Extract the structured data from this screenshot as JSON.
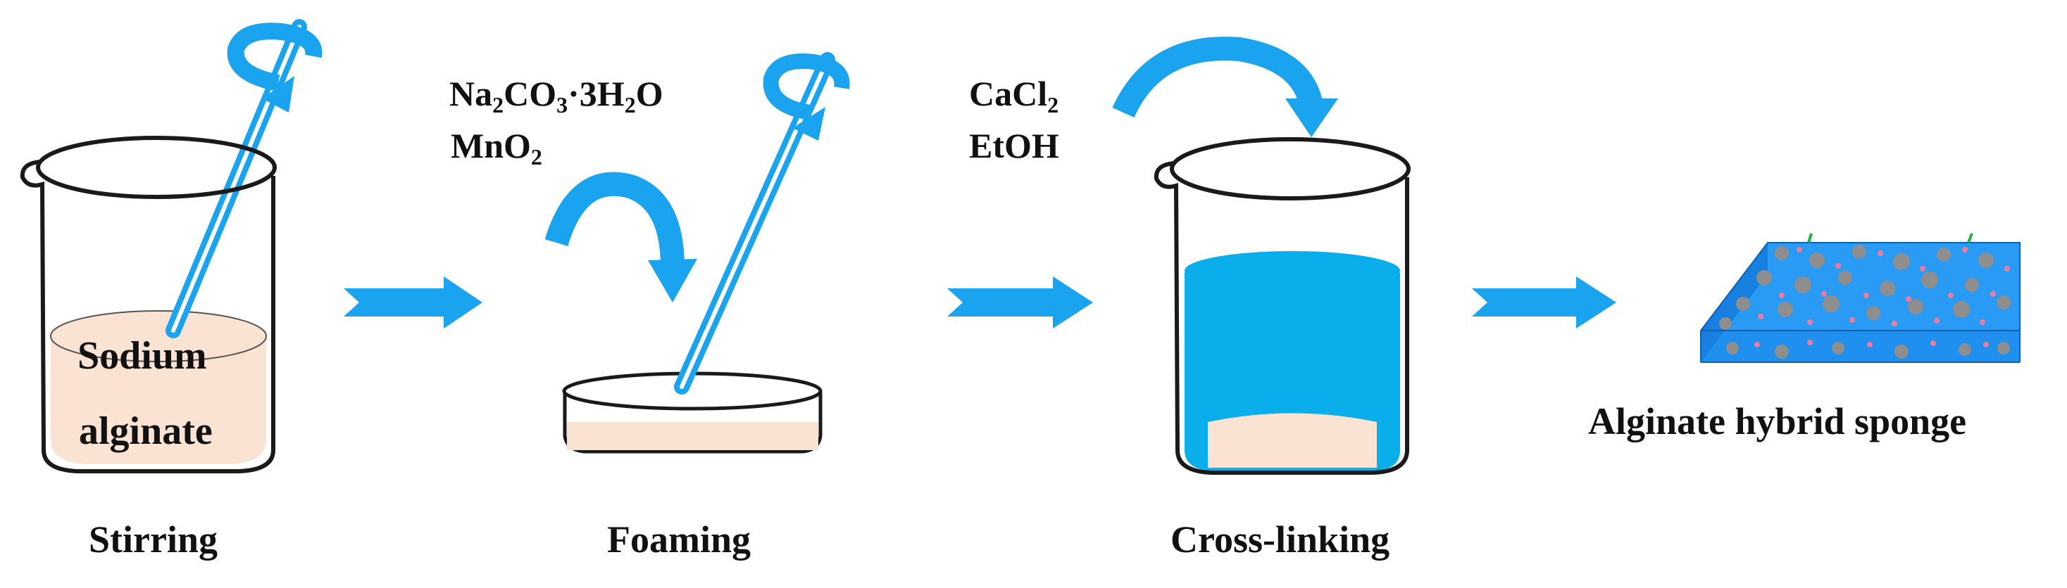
{
  "beaker_content": {
    "line1": "Sodium",
    "line2": "alginate"
  },
  "reagents_foaming": {
    "r1": {
      "a": "Na",
      "a_sub": "2",
      "b": "CO",
      "b_sub": "3",
      "c": "·3H",
      "c_sub": "2",
      "d": "O"
    },
    "r2": {
      "a": "MnO",
      "a_sub": "2"
    }
  },
  "reagents_crosslink": {
    "r1": {
      "a": "CaCl",
      "a_sub": "2"
    },
    "r2": "EtOH"
  },
  "steps": {
    "stirring": "Stirring",
    "foaming": "Foaming",
    "crosslinking": "Cross-linking",
    "product": "Alginate hybrid sponge"
  },
  "colors": {
    "arrow_blue": "#1aa3ee",
    "liquid_peach": "#fbe3d3",
    "crosslink_liquid": "#0aaeea",
    "sponge_blue": "#1f8ff0",
    "sponge_particle": "#8e8e8e",
    "sponge_dot": "#f07a9a",
    "sponge_fiber": "#22b04a"
  },
  "icons": [
    "stir-rod-icon",
    "rotation-arrow-icon",
    "process-arrow-icon",
    "curved-addition-arrow-icon",
    "beaker-icon",
    "petri-dish-icon",
    "sponge-icon"
  ]
}
